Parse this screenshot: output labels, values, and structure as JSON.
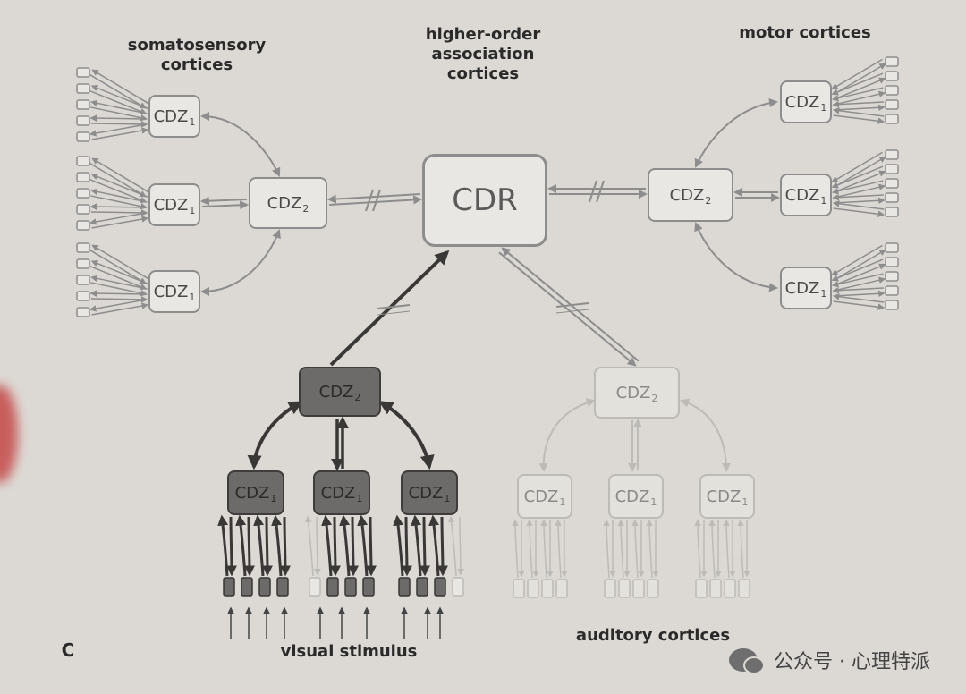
{
  "labels": {
    "somatosensory": "somatosensory cortices",
    "higher_order_line1": "higher-order",
    "higher_order_line2": "association cortices",
    "motor": "motor cortices",
    "visual": "visual stimulus",
    "auditory": "auditory cortices",
    "panel": "C"
  },
  "nodes": {
    "cdz1": "CDZ",
    "cdz1_sub": "1",
    "cdz2": "CDZ",
    "cdz2_sub": "2",
    "cdr": "CDR"
  },
  "watermark": "公众号 · 心理特派",
  "colors": {
    "active_fill": "#6d6b69",
    "active_stroke": "#3f3d3c",
    "inactive_stroke": "#8d8d8d",
    "faint_stroke": "#bdbbb7",
    "background": "#dcd9d4"
  }
}
